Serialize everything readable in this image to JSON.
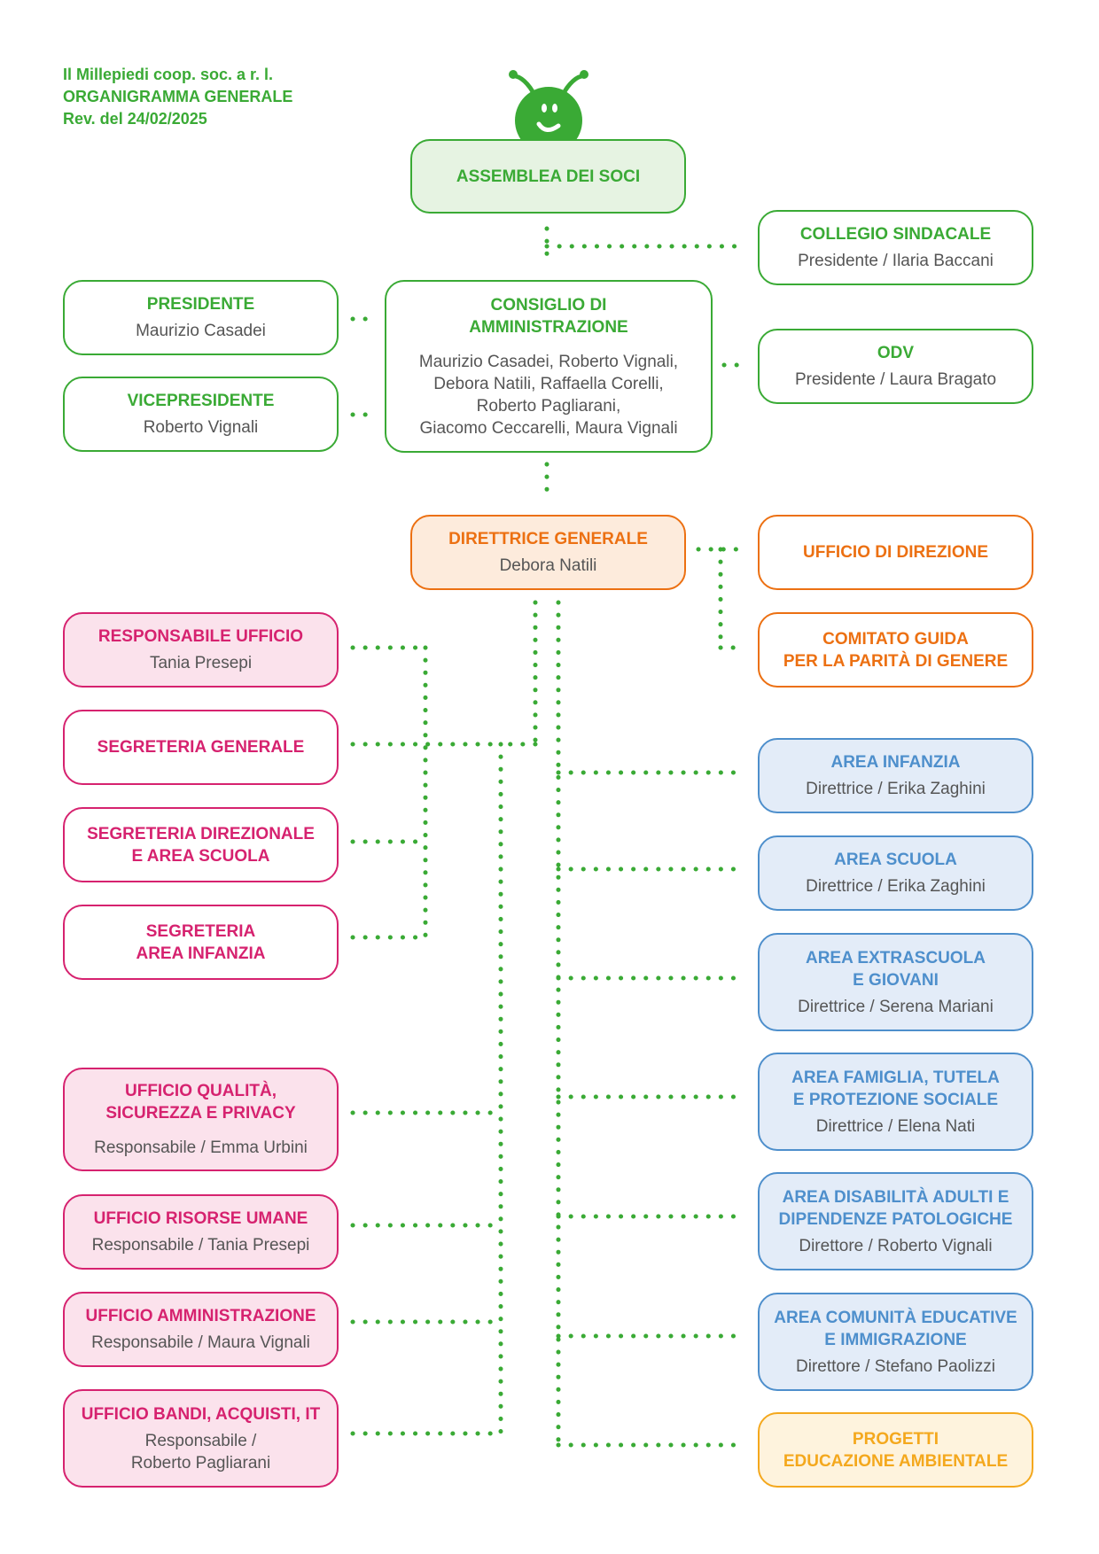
{
  "header": {
    "line1": "Il Millepiedi coop. soc. a r. l.",
    "line2": "ORGANIGRAMMA GENERALE",
    "line3": "Rev. del 24/02/2025"
  },
  "colors": {
    "green": "#3aaa35",
    "orange": "#ec7012",
    "pink": "#d6226f",
    "blue": "#4e8fcc",
    "yellow": "#f4a81d",
    "connector": "#3aaa35"
  },
  "logo": {
    "icon": "millepiedi-smiley-logo"
  },
  "nodes": {
    "assemblea": {
      "title": "ASSEMBLEA DEI SOCI"
    },
    "collegio": {
      "title": "COLLEGIO SINDACALE",
      "sub": "Presidente / Ilaria Baccani"
    },
    "presidente": {
      "title": "PRESIDENTE",
      "sub": "Maurizio Casadei"
    },
    "vicepresidente": {
      "title": "VICEPRESIDENTE",
      "sub": "Roberto Vignali"
    },
    "consiglio": {
      "title": "CONSIGLIO DI\nAMMINISTRAZIONE",
      "sub": "Maurizio Casadei, Roberto Vignali,\nDebora Natili, Raffaella Corelli,\nRoberto Pagliarani,\nGiacomo Ceccarelli, Maura Vignali"
    },
    "odv": {
      "title": "ODV",
      "sub": "Presidente / Laura Bragato"
    },
    "direttrice": {
      "title": "DIRETTRICE GENERALE",
      "sub": "Debora Natili"
    },
    "ufficio_direzione": {
      "title": "UFFICIO DI DIREZIONE"
    },
    "comitato": {
      "title": "COMITATO GUIDA\nPER LA PARITÀ DI GENERE"
    },
    "resp_ufficio": {
      "title": "RESPONSABILE UFFICIO",
      "sub": "Tania Presepi"
    },
    "segreteria_generale": {
      "title": "SEGRETERIA GENERALE"
    },
    "segreteria_direzionale": {
      "title": "SEGRETERIA DIREZIONALE\nE AREA SCUOLA"
    },
    "segreteria_infanzia": {
      "title": "SEGRETERIA\nAREA INFANZIA"
    },
    "ufficio_qualita": {
      "title": "UFFICIO QUALITÀ,\nSICUREZZA E PRIVACY",
      "sub": "Responsabile / Emma Urbini"
    },
    "ufficio_risorse": {
      "title": "UFFICIO RISORSE UMANE",
      "sub": "Responsabile / Tania Presepi"
    },
    "ufficio_amministrazione": {
      "title": "UFFICIO AMMINISTRAZIONE",
      "sub": "Responsabile / Maura Vignali"
    },
    "ufficio_bandi": {
      "title": "UFFICIO BANDI, ACQUISTI, IT",
      "sub": "Responsabile /\nRoberto Pagliarani"
    },
    "area_infanzia": {
      "title": "AREA INFANZIA",
      "sub": "Direttrice / Erika Zaghini"
    },
    "area_scuola": {
      "title": "AREA SCUOLA",
      "sub": "Direttrice / Erika Zaghini"
    },
    "area_extrascuola": {
      "title": "AREA EXTRASCUOLA\nE GIOVANI",
      "sub": "Direttrice / Serena Mariani"
    },
    "area_famiglia": {
      "title": "AREA FAMIGLIA, TUTELA\nE PROTEZIONE SOCIALE",
      "sub": "Direttrice / Elena Nati"
    },
    "area_disabilita": {
      "title": "AREA DISABILITÀ ADULTI E\nDIPENDENZE PATOLOGICHE",
      "sub": "Direttore / Roberto Vignali"
    },
    "area_comunita": {
      "title": "AREA COMUNITÀ EDUCATIVE\nE IMMIGRAZIONE",
      "sub": "Direttore / Stefano Paolizzi"
    },
    "progetti": {
      "title": "PROGETTI\nEDUCAZIONE AMBIENTALE"
    }
  }
}
